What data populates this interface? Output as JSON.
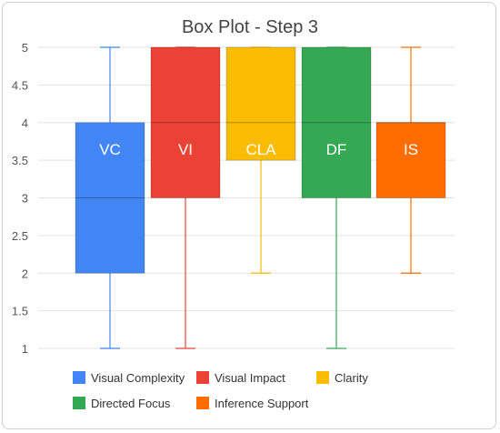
{
  "chart_data": {
    "type": "box",
    "title": "Box Plot - Step 3",
    "xlabel": "",
    "ylabel": "",
    "ylim": [
      1,
      5
    ],
    "yticks": [
      1,
      1.5,
      2,
      2.5,
      3,
      3.5,
      4,
      4.5,
      5
    ],
    "yticks_text": [
      "1",
      "1.5",
      "2",
      "2.5",
      "3",
      "3.5",
      "4",
      "4.5",
      "5"
    ],
    "grid": true,
    "legend_position": "bottom",
    "series": [
      {
        "name": "Visual Complexity",
        "label": "VC",
        "color": "#4285f4",
        "min": 1,
        "q1": 2,
        "median": 3,
        "q3": 4,
        "max": 5
      },
      {
        "name": "Visual Impact",
        "label": "VI",
        "color": "#ea4335",
        "min": 1,
        "q1": 3,
        "median": 4,
        "q3": 5,
        "max": 5
      },
      {
        "name": "Clarity",
        "label": "CLA",
        "color": "#fbbc04",
        "min": 2,
        "q1": 3.5,
        "median": 4,
        "q3": 5,
        "max": 5
      },
      {
        "name": "Directed Focus",
        "label": "DF",
        "color": "#34a853",
        "min": 1,
        "q1": 3,
        "median": 4,
        "q3": 5,
        "max": 5
      },
      {
        "name": "Inference Support",
        "label": "IS",
        "color": "#ff6d01",
        "min": 2,
        "q1": 3,
        "median": 4,
        "q3": 4,
        "max": 5
      }
    ]
  }
}
